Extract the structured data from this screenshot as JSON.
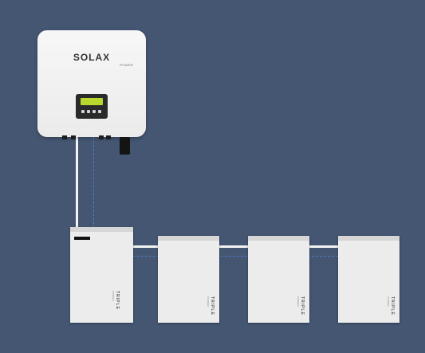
{
  "inverter": {
    "brand": "SOLAX",
    "brand_sub": "POWER"
  },
  "battery": {
    "label": "TRIPLE",
    "label_sub": "POWER"
  },
  "colors": {
    "background": "#445672",
    "unit_body": "#ececec",
    "lcd": "#b8d82e",
    "signal_cable": "#5078c8",
    "power_cable": "#f4f4f4"
  }
}
